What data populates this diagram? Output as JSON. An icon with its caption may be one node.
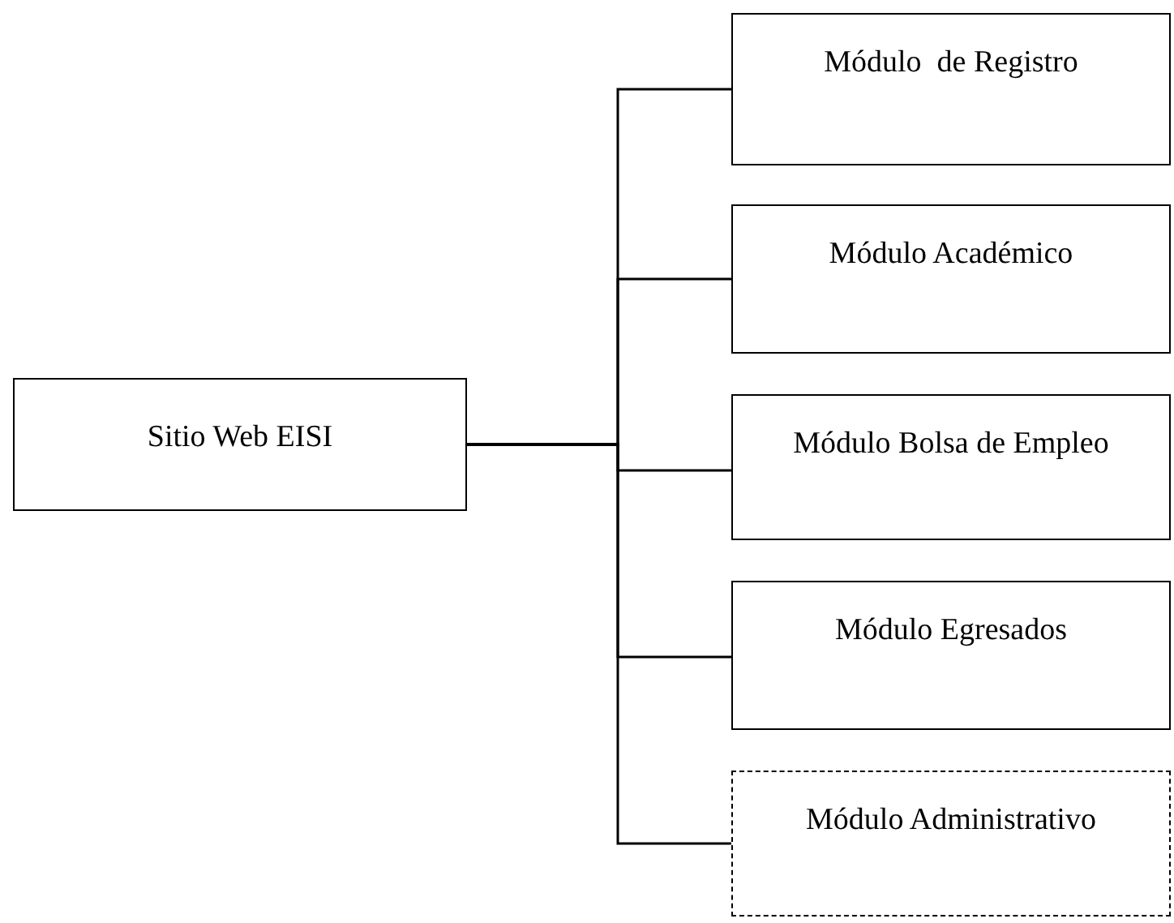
{
  "diagram": {
    "nodes": [
      {
        "text": [
          "Sitio Web EISI"
        ]
      },
      {
        "text": [
          "Módulo  de Registro"
        ]
      },
      {
        "text": [
          "Módulo Académico"
        ]
      },
      {
        "text": [
          "Módulo Bolsa de Empleo"
        ]
      },
      {
        "text": [
          "Módulo Egresados"
        ]
      },
      {
        "text": [
          "Módulo Administrativo"
        ]
      }
    ],
    "edges": [
      {
        "from": 0,
        "to": 1,
        "arrow": "none"
      },
      {
        "from": 0,
        "to": 2,
        "arrow": "none"
      },
      {
        "from": 0,
        "to": 3,
        "arrow": "none"
      },
      {
        "from": 0,
        "to": 4,
        "arrow": "none"
      },
      {
        "from": 0,
        "to": 5,
        "arrow": "none"
      }
    ]
  }
}
